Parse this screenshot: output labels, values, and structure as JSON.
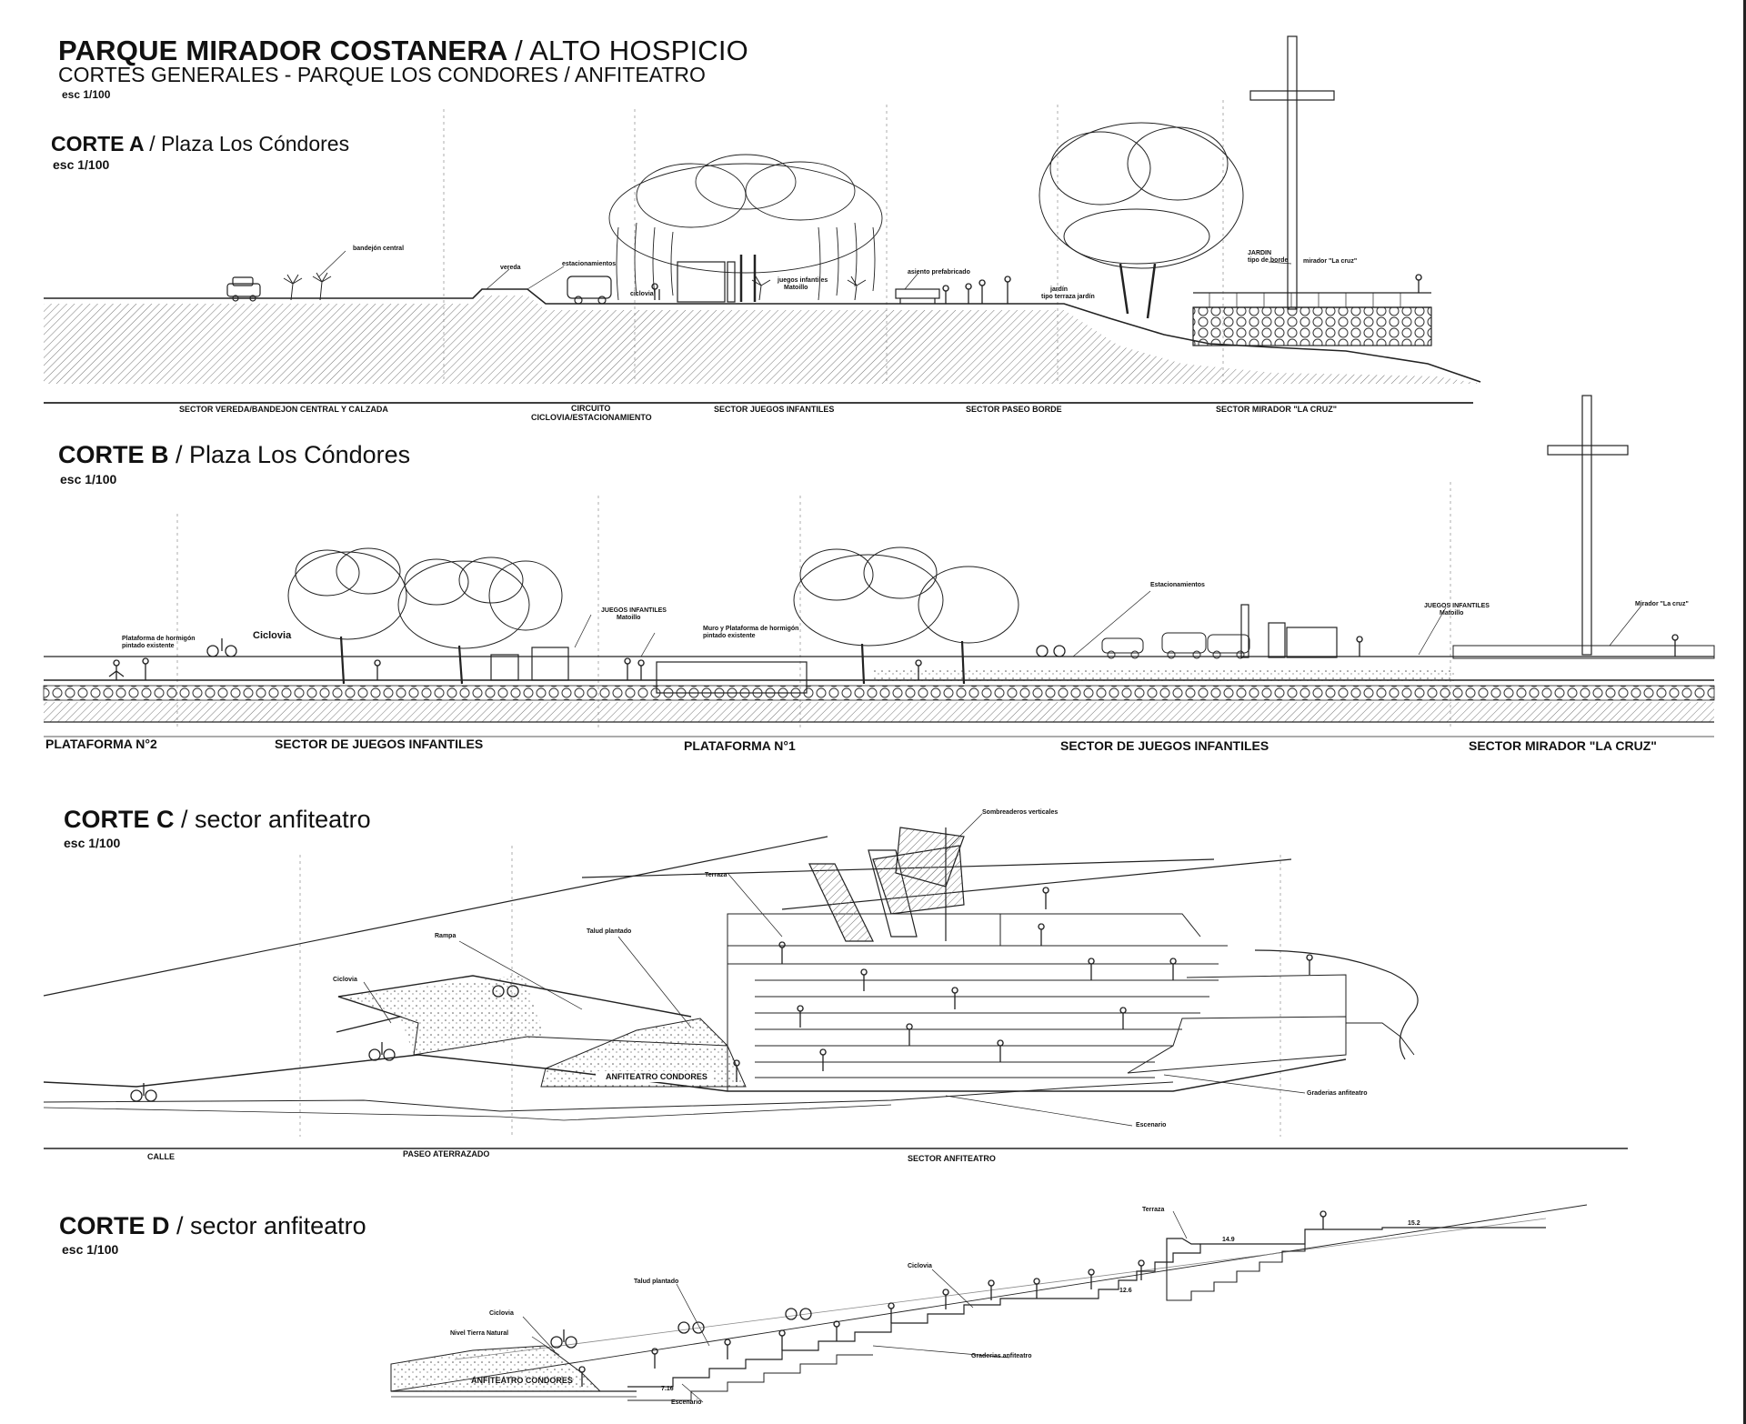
{
  "header": {
    "title_bold": "PARQUE MIRADOR COSTANERA",
    "title_thin": "/ ALTO HOSPICIO",
    "subtitle": "CORTES GENERALES - PARQUE LOS CONDORES / ANFITEATRO",
    "scale": "esc 1/100"
  },
  "corte_a": {
    "title_bold": "CORTE A",
    "title_thin": "/ Plaza Los Cóndores",
    "scale": "esc 1/100",
    "notes": [
      "bandejón central",
      "vereda",
      "estacionamientos",
      "ciclovia",
      "juegos infantiles",
      "Matoillo",
      "asiento prefabricado",
      "jardín",
      "tipo terraza jardín",
      "JARDIN",
      "tipo de borde",
      "mirador \"La cruz\""
    ],
    "sectors": [
      "SECTOR VEREDA/BANDEJON CENTRAL Y CALZADA",
      "CIRCUITO",
      "CICLOVIA/ESTACIONAMIENTO",
      "SECTOR JUEGOS INFANTILES",
      "SECTOR PASEO BORDE",
      "SECTOR MIRADOR \"LA CRUZ\""
    ]
  },
  "corte_b": {
    "title_bold": "CORTE B",
    "title_thin": "/ Plaza Los Cóndores",
    "scale": "esc 1/100",
    "notes": [
      "Plataforma de hormigón",
      "pintado existente",
      "Ciclovia",
      "JUEGOS INFANTILES",
      "Matoillo",
      "Muro y Plataforma de hormigón",
      "pintado existente",
      "Estacionamientos",
      "JUEGOS INFANTILES",
      "Matoillo",
      "Mirador \"La cruz\""
    ],
    "sectors": [
      "PLATAFORMA N°2",
      "SECTOR DE JUEGOS INFANTILES",
      "PLATAFORMA N°1",
      "SECTOR DE JUEGOS INFANTILES",
      "SECTOR MIRADOR \"LA CRUZ\""
    ]
  },
  "corte_c": {
    "title_bold": "CORTE C",
    "title_thin": "/ sector anfiteatro",
    "scale": "esc 1/100",
    "notes": [
      "Sombreaderos verticales",
      "Terraza",
      "Rampa",
      "Talud plantado",
      "Ciclovia",
      "ANFITEATRO CONDORES",
      "Graderias anfiteatro",
      "Escenario"
    ],
    "sectors": [
      "CALLE",
      "PASEO ATERRAZADO",
      "SECTOR ANFITEATRO"
    ]
  },
  "corte_d": {
    "title_bold": "CORTE D",
    "title_thin": "/ sector anfiteatro",
    "scale": "esc 1/100",
    "notes": [
      "Terraza",
      "Ciclovia",
      "Talud plantado",
      "Ciclovia",
      "Nivel Tierra Natural",
      "Graderias anfiteatro",
      "Escenario",
      "ANFITEATRO CONDORES"
    ],
    "levels": [
      "15.2",
      "14.9",
      "12.6",
      "7.16"
    ]
  }
}
